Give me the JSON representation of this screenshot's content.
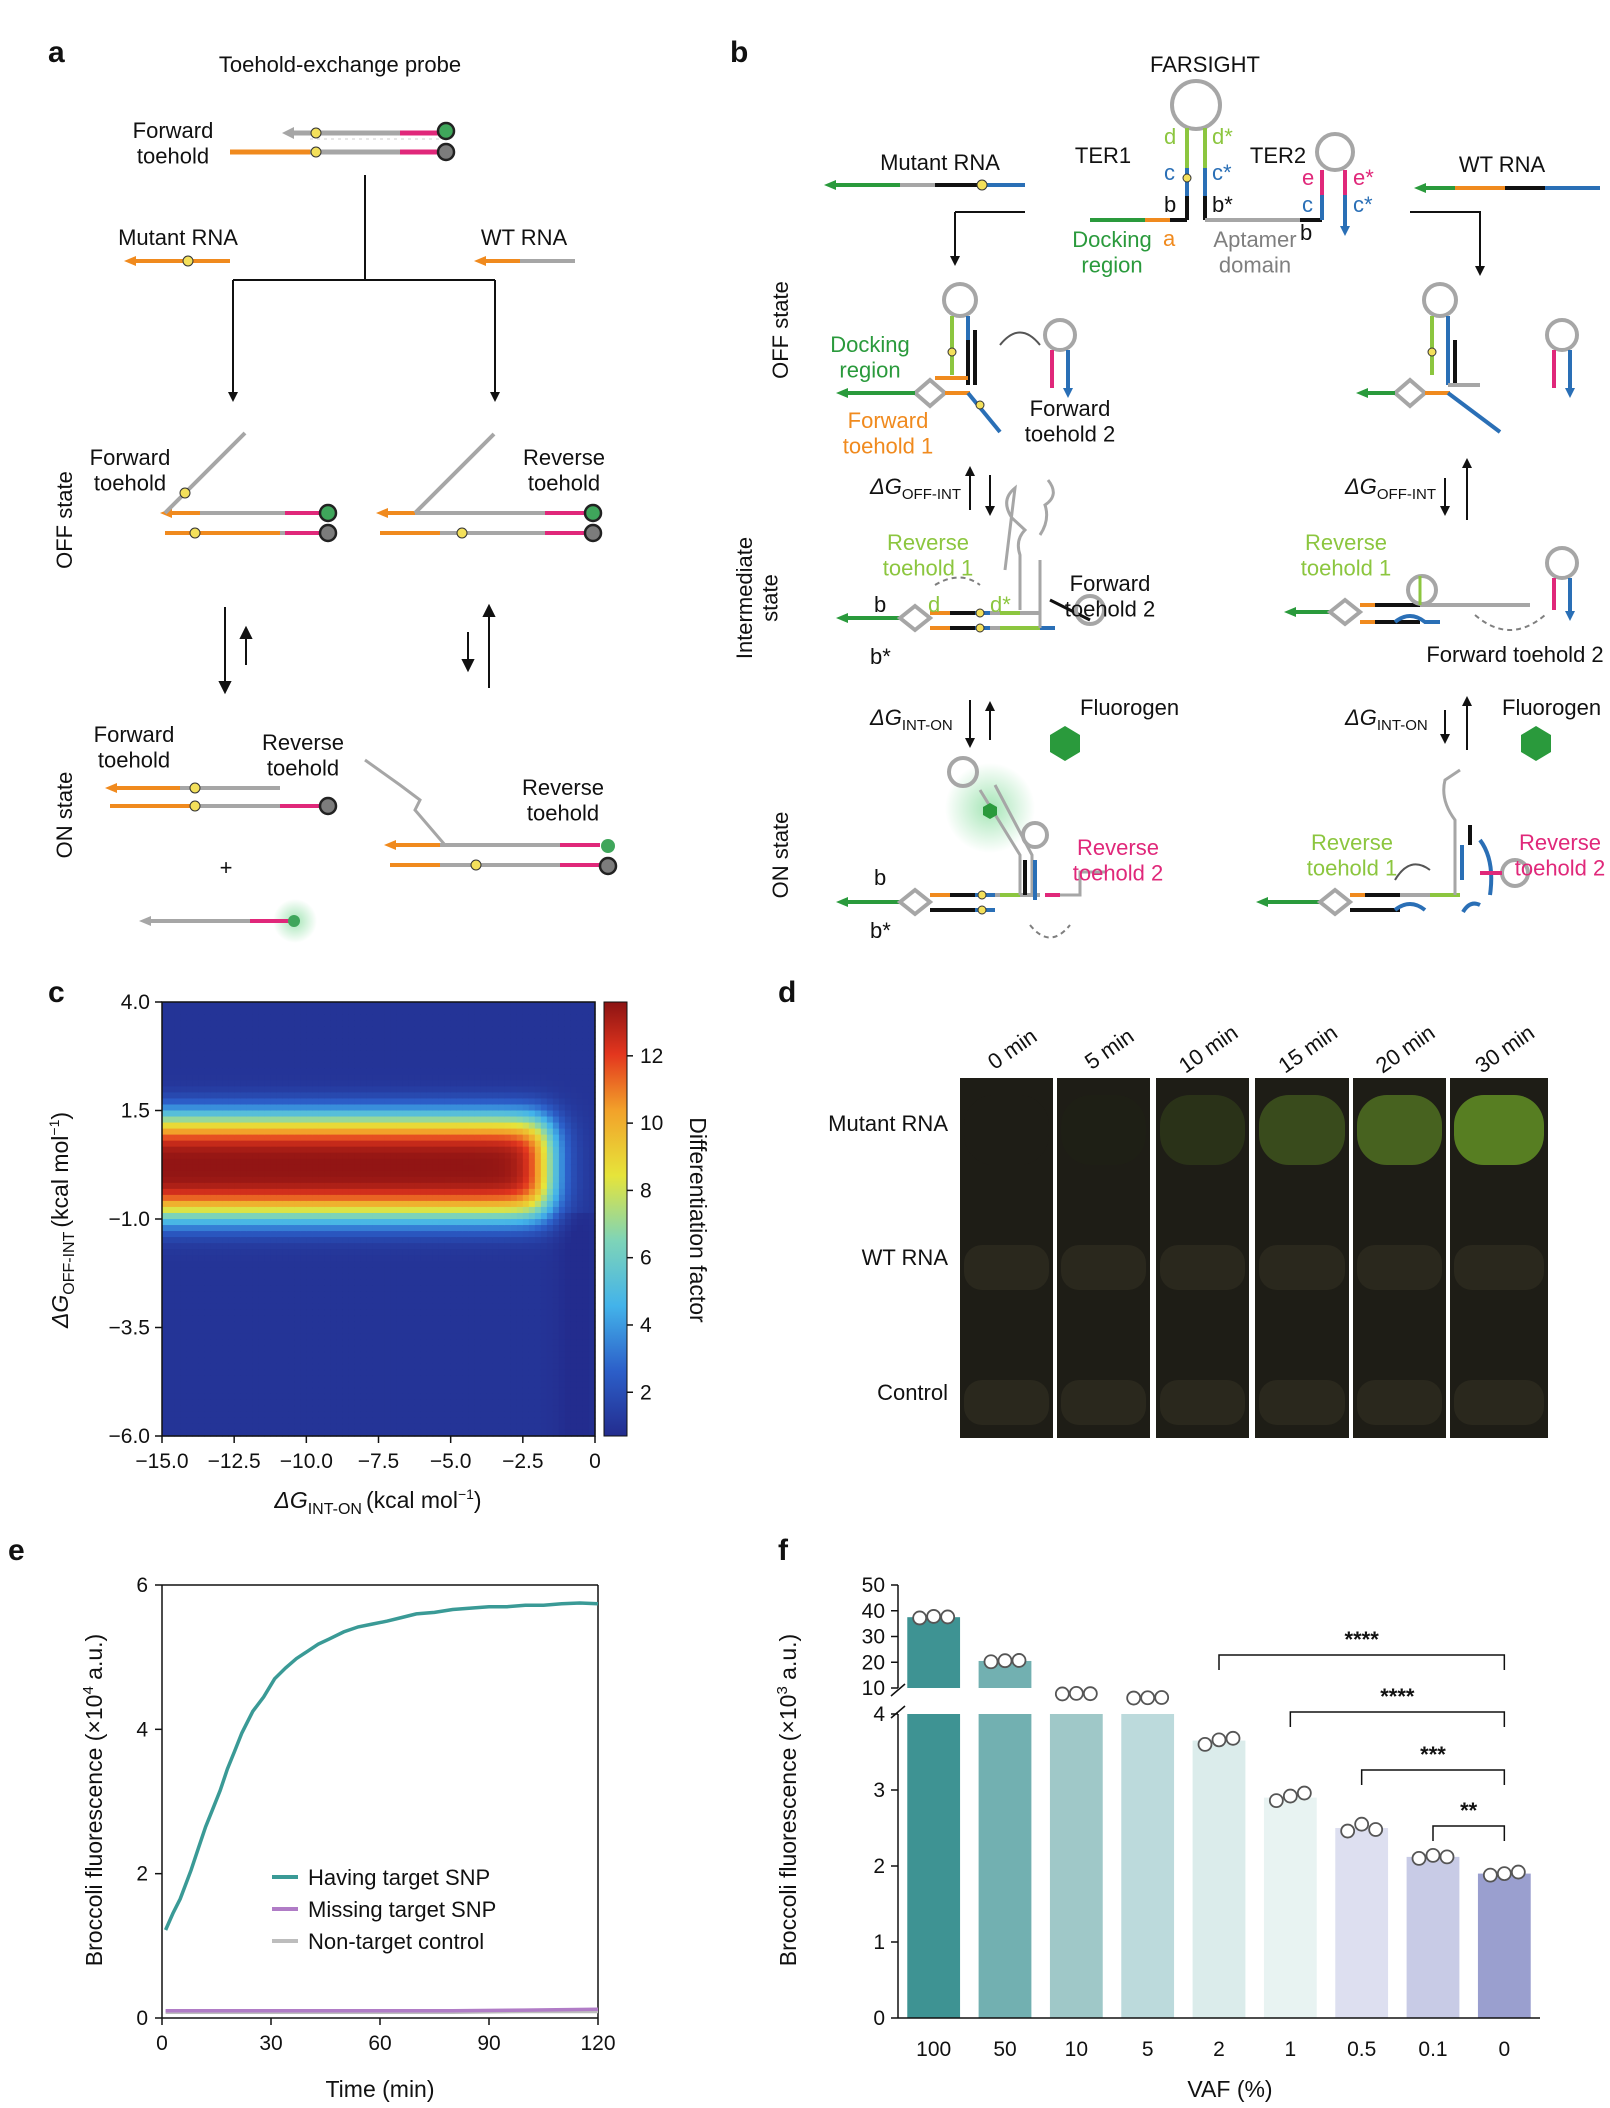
{
  "panels": {
    "a": "a",
    "b": "b",
    "c": "c",
    "d": "d",
    "e": "e",
    "f": "f"
  },
  "panel_a": {
    "title": "Toehold-exchange probe",
    "forward_toehold": "Forward\ntoehold",
    "reverse_toehold": "Reverse\ntoehold",
    "mutant_rna": "Mutant RNA",
    "wt_rna": "WT RNA",
    "off_state": "OFF state",
    "on_state": "ON state",
    "plus": "+"
  },
  "panel_b": {
    "title": "FARSIGHT",
    "mutant_rna": "Mutant RNA",
    "wt_rna": "WT RNA",
    "ter1": "TER1",
    "ter2": "TER2",
    "docking_region": "Docking\nregion",
    "aptamer_domain": "Aptamer\ndomain",
    "forward_toehold_1": "Forward\ntoehold 1",
    "forward_toehold_2": "Forward\ntoehold 2",
    "forward_toehold_2_inline": "Forward toehold 2",
    "reverse_toehold_1": "Reverse\ntoehold 1",
    "reverse_toehold_2": "Reverse\ntoehold 2",
    "off_state": "OFF state",
    "intermediate_state": "Intermediate\nstate",
    "on_state": "ON state",
    "dg_off_int": "ΔG",
    "dg_off_int_sub": "OFF-INT",
    "dg_int_on": "ΔG",
    "dg_int_on_sub": "INT-ON",
    "fluorogen": "Fluorogen",
    "domains": {
      "a": "a",
      "b": "b",
      "bs": "b*",
      "c": "c",
      "cs": "c*",
      "d": "d",
      "ds": "d*",
      "e": "e",
      "es": "e*"
    }
  },
  "panel_d": {
    "times": [
      "0 min",
      "5 min",
      "10 min",
      "15 min",
      "20 min",
      "30 min"
    ],
    "rows": [
      "Mutant RNA",
      "WT RNA",
      "Control"
    ],
    "mutant_intensity": [
      0.0,
      0.02,
      0.25,
      0.45,
      0.6,
      0.75
    ]
  },
  "colors": {
    "orange": "#f08a1e",
    "green": "#2a9a3c",
    "lime": "#8cc63f",
    "blue": "#2a6fb6",
    "magenta": "#e0287a",
    "grey": "#a6a6a6",
    "teal": "#3a9a96",
    "purple": "#b07cc6",
    "lightgrey": "#bdbdbd"
  },
  "chart_data": [
    {
      "panel": "c",
      "type": "heatmap",
      "xlabel": "ΔG",
      "xlabel_sub": "INT-ON",
      "xlabel_unit": "(kcal mol",
      "ylabel": "ΔG",
      "ylabel_sub": "OFF-INT",
      "ylabel_unit": "(kcal mol",
      "xticks": [
        "−15.0",
        "−12.5",
        "−10.0",
        "−7.5",
        "−5.0",
        "−2.5",
        "0"
      ],
      "yticks": [
        "4.0",
        "1.5",
        "−1.0",
        "−3.5",
        "−6.0"
      ],
      "xlim": [
        -15,
        0
      ],
      "ylim": [
        -6,
        4
      ],
      "colorbar_label": "Differentiation factor",
      "colorbar_ticks": [
        "2",
        "4",
        "6",
        "8",
        "10",
        "12"
      ],
      "colorbar_range": [
        0.7,
        13.6
      ],
      "peak": {
        "y_center": 0.2,
        "y_halfwidth": 1.2,
        "max_value": 13.5,
        "x_fall": -1.6
      }
    },
    {
      "panel": "e",
      "type": "line",
      "xlabel": "Time (min)",
      "ylabel": "Broccoli fluorescence (×10",
      "ylabel_unit": "4",
      "ylabel_tail": " a.u.)",
      "xticks": [
        "0",
        "30",
        "60",
        "90",
        "120"
      ],
      "yticks": [
        "0",
        "2",
        "4",
        "6"
      ],
      "xlim": [
        0,
        120
      ],
      "ylim": [
        0,
        6
      ],
      "series": [
        {
          "name": "Having target SNP",
          "color": "#3a9a96",
          "x": [
            1,
            3,
            5,
            8,
            10,
            12,
            14,
            16,
            18,
            20,
            22,
            25,
            28,
            31,
            34,
            37,
            40,
            43,
            46,
            50,
            54,
            58,
            62,
            66,
            70,
            75,
            80,
            85,
            90,
            95,
            100,
            105,
            110,
            115,
            120
          ],
          "y": [
            1.22,
            1.45,
            1.65,
            2.05,
            2.35,
            2.65,
            2.9,
            3.15,
            3.45,
            3.7,
            3.95,
            4.25,
            4.45,
            4.7,
            4.85,
            4.98,
            5.08,
            5.18,
            5.25,
            5.35,
            5.42,
            5.46,
            5.5,
            5.55,
            5.6,
            5.62,
            5.66,
            5.68,
            5.7,
            5.7,
            5.72,
            5.72,
            5.74,
            5.75,
            5.74
          ]
        },
        {
          "name": "Missing target SNP",
          "color": "#b07cc6",
          "x": [
            1,
            20,
            40,
            60,
            80,
            100,
            120
          ],
          "y": [
            0.1,
            0.1,
            0.1,
            0.1,
            0.1,
            0.11,
            0.12
          ]
        },
        {
          "name": "Non-target control",
          "color": "#bdbdbd",
          "x": [
            1,
            20,
            40,
            60,
            80,
            100,
            120
          ],
          "y": [
            0.08,
            0.08,
            0.08,
            0.08,
            0.08,
            0.09,
            0.09
          ]
        }
      ]
    },
    {
      "panel": "f",
      "type": "bar",
      "xlabel": "VAF (%)",
      "ylabel": "Broccoli fluorescence (×10",
      "ylabel_unit": "3",
      "ylabel_tail": " a.u.)",
      "categories": [
        "100",
        "50",
        "10",
        "5",
        "2",
        "1",
        "0.5",
        "0.1",
        "0"
      ],
      "values": [
        37.5,
        20.5,
        7.8,
        6.2,
        3.65,
        2.9,
        2.5,
        2.12,
        1.9
      ],
      "points": [
        [
          37.2,
          37.8,
          37.6
        ],
        [
          20.2,
          20.6,
          20.7
        ],
        [
          7.7,
          7.9,
          7.8
        ],
        [
          6.1,
          6.2,
          6.3
        ],
        [
          3.6,
          3.66,
          3.68
        ],
        [
          2.86,
          2.92,
          2.96
        ],
        [
          2.46,
          2.55,
          2.48
        ],
        [
          2.1,
          2.14,
          2.12
        ],
        [
          1.88,
          1.9,
          1.92
        ]
      ],
      "colors": [
        "#3e9393",
        "#72b0b1",
        "#9fc8c8",
        "#bcdadc",
        "#dbeceb",
        "#e8f3f2",
        "#dddff0",
        "#c8cbe6",
        "#9a9fcf"
      ],
      "yticks_lower": [
        "0",
        "1",
        "2",
        "3",
        "4"
      ],
      "yticks_upper": [
        "10",
        "20",
        "30",
        "40",
        "50"
      ],
      "axis_break": [
        4,
        10
      ],
      "significance": [
        {
          "from": "2",
          "to": "0",
          "label": "****"
        },
        {
          "from": "1",
          "to": "0",
          "label": "****"
        },
        {
          "from": "0.5",
          "to": "0",
          "label": "***"
        },
        {
          "from": "0.1",
          "to": "0",
          "label": "**"
        }
      ]
    }
  ]
}
